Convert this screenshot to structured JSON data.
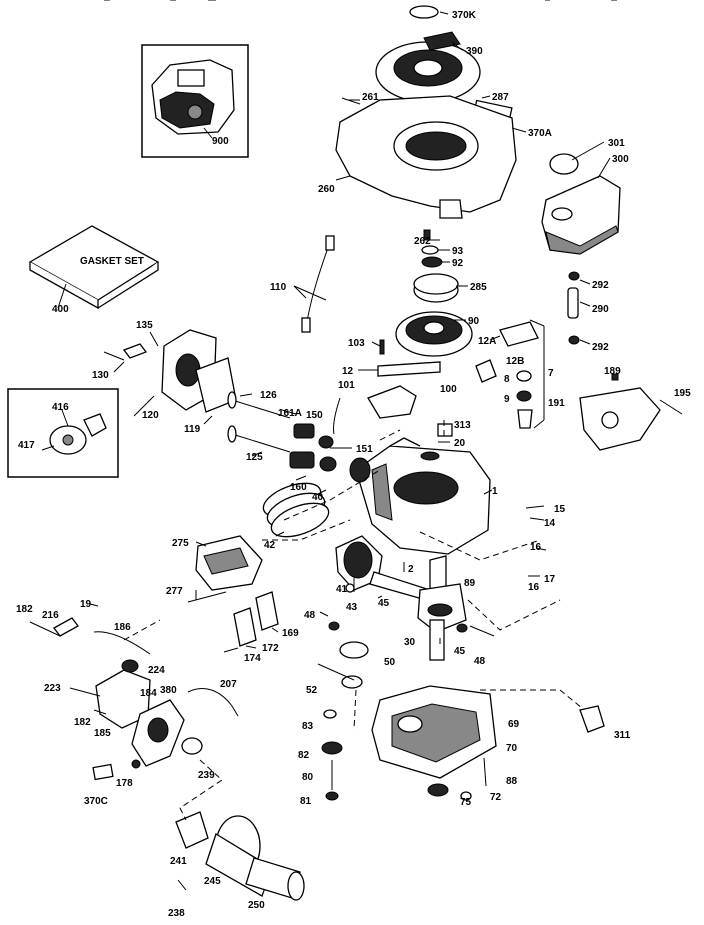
{
  "gasket_set_text": "GASKET SET",
  "labels": [
    {
      "id": "370K",
      "text": "370K"
    },
    {
      "id": "390",
      "text": "390"
    },
    {
      "id": "261",
      "text": "261"
    },
    {
      "id": "287",
      "text": "287"
    },
    {
      "id": "370A",
      "text": "370A"
    },
    {
      "id": "301",
      "text": "301"
    },
    {
      "id": "300",
      "text": "300"
    },
    {
      "id": "900",
      "text": "900"
    },
    {
      "id": "260",
      "text": "260"
    },
    {
      "id": "262",
      "text": "262"
    },
    {
      "id": "93",
      "text": "93"
    },
    {
      "id": "92",
      "text": "92"
    },
    {
      "id": "285",
      "text": "285"
    },
    {
      "id": "292a",
      "text": "292"
    },
    {
      "id": "290",
      "text": "290"
    },
    {
      "id": "292b",
      "text": "292"
    },
    {
      "id": "110",
      "text": "110"
    },
    {
      "id": "400",
      "text": "400"
    },
    {
      "id": "135",
      "text": "135"
    },
    {
      "id": "90",
      "text": "90"
    },
    {
      "id": "12A",
      "text": "12A"
    },
    {
      "id": "103",
      "text": "103"
    },
    {
      "id": "12B",
      "text": "12B"
    },
    {
      "id": "7",
      "text": "7"
    },
    {
      "id": "130",
      "text": "130"
    },
    {
      "id": "12",
      "text": "12"
    },
    {
      "id": "8",
      "text": "8"
    },
    {
      "id": "189",
      "text": "189"
    },
    {
      "id": "9",
      "text": "9"
    },
    {
      "id": "101",
      "text": "101"
    },
    {
      "id": "100",
      "text": "100"
    },
    {
      "id": "195",
      "text": "195"
    },
    {
      "id": "120",
      "text": "120"
    },
    {
      "id": "126",
      "text": "126"
    },
    {
      "id": "191",
      "text": "191"
    },
    {
      "id": "416",
      "text": "416"
    },
    {
      "id": "161A",
      "text": "161A"
    },
    {
      "id": "150",
      "text": "150"
    },
    {
      "id": "313",
      "text": "313"
    },
    {
      "id": "119",
      "text": "119"
    },
    {
      "id": "20",
      "text": "20"
    },
    {
      "id": "417",
      "text": "417"
    },
    {
      "id": "151",
      "text": "151"
    },
    {
      "id": "125",
      "text": "125"
    },
    {
      "id": "160",
      "text": "160"
    },
    {
      "id": "1",
      "text": "1"
    },
    {
      "id": "40",
      "text": "40"
    },
    {
      "id": "15",
      "text": "15"
    },
    {
      "id": "14",
      "text": "14"
    },
    {
      "id": "42",
      "text": "42"
    },
    {
      "id": "275",
      "text": "275"
    },
    {
      "id": "16a",
      "text": "16"
    },
    {
      "id": "2",
      "text": "2"
    },
    {
      "id": "17",
      "text": "17"
    },
    {
      "id": "41",
      "text": "41"
    },
    {
      "id": "89",
      "text": "89"
    },
    {
      "id": "16b",
      "text": "16"
    },
    {
      "id": "277",
      "text": "277"
    },
    {
      "id": "43",
      "text": "43"
    },
    {
      "id": "45a",
      "text": "45"
    },
    {
      "id": "182a",
      "text": "182"
    },
    {
      "id": "19",
      "text": "19"
    },
    {
      "id": "216",
      "text": "216"
    },
    {
      "id": "48a",
      "text": "48"
    },
    {
      "id": "169",
      "text": "169"
    },
    {
      "id": "186",
      "text": "186"
    },
    {
      "id": "172",
      "text": "172"
    },
    {
      "id": "30",
      "text": "30"
    },
    {
      "id": "45b",
      "text": "45"
    },
    {
      "id": "48b",
      "text": "48"
    },
    {
      "id": "174",
      "text": "174"
    },
    {
      "id": "50",
      "text": "50"
    },
    {
      "id": "224",
      "text": "224"
    },
    {
      "id": "223",
      "text": "223"
    },
    {
      "id": "380",
      "text": "380"
    },
    {
      "id": "207",
      "text": "207"
    },
    {
      "id": "52",
      "text": "52"
    },
    {
      "id": "184",
      "text": "184"
    },
    {
      "id": "182b",
      "text": "182"
    },
    {
      "id": "185",
      "text": "185"
    },
    {
      "id": "83",
      "text": "83"
    },
    {
      "id": "69",
      "text": "69"
    },
    {
      "id": "311",
      "text": "311"
    },
    {
      "id": "70",
      "text": "70"
    },
    {
      "id": "239",
      "text": "239"
    },
    {
      "id": "82",
      "text": "82"
    },
    {
      "id": "178",
      "text": "178"
    },
    {
      "id": "80",
      "text": "80"
    },
    {
      "id": "88",
      "text": "88"
    },
    {
      "id": "370C",
      "text": "370C"
    },
    {
      "id": "75",
      "text": "75"
    },
    {
      "id": "72",
      "text": "72"
    },
    {
      "id": "81",
      "text": "81"
    },
    {
      "id": "241",
      "text": "241"
    },
    {
      "id": "245",
      "text": "245"
    },
    {
      "id": "250",
      "text": "250"
    },
    {
      "id": "238",
      "text": "238"
    }
  ]
}
